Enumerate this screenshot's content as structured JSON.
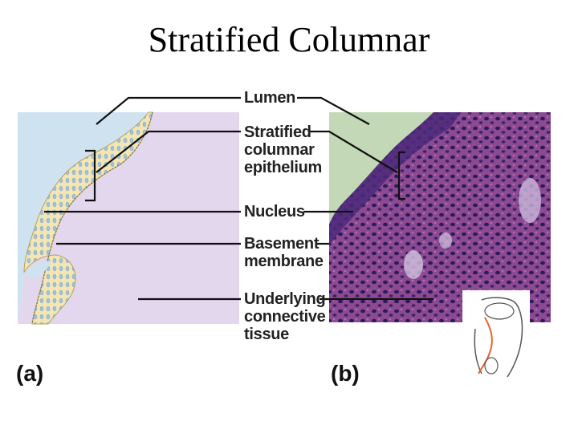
{
  "title": "Stratified Columnar",
  "labels": {
    "lumen": "Lumen",
    "stratified_1": "Stratified",
    "stratified_2": "columnar",
    "stratified_3": "epithelium",
    "nucleus": "Nucleus",
    "basement_1": "Basement",
    "basement_2": "membrane",
    "underlying_1": "Underlying",
    "underlying_2": "connective",
    "underlying_3": "tissue"
  },
  "panels": {
    "a": "(a)",
    "b": "(b)"
  },
  "colors": {
    "drawing_lumen": "#cfe2ef",
    "drawing_connective": "#e2d7ec",
    "epithelium": "#f3e6b4",
    "nuclei": "#9fc4df",
    "micrograph_lumen": "#c3d8b6",
    "micrograph_tissue": "#8a3f8c",
    "leader_lines": "#111111"
  },
  "icons": [
    "body-location-inset-icon"
  ]
}
